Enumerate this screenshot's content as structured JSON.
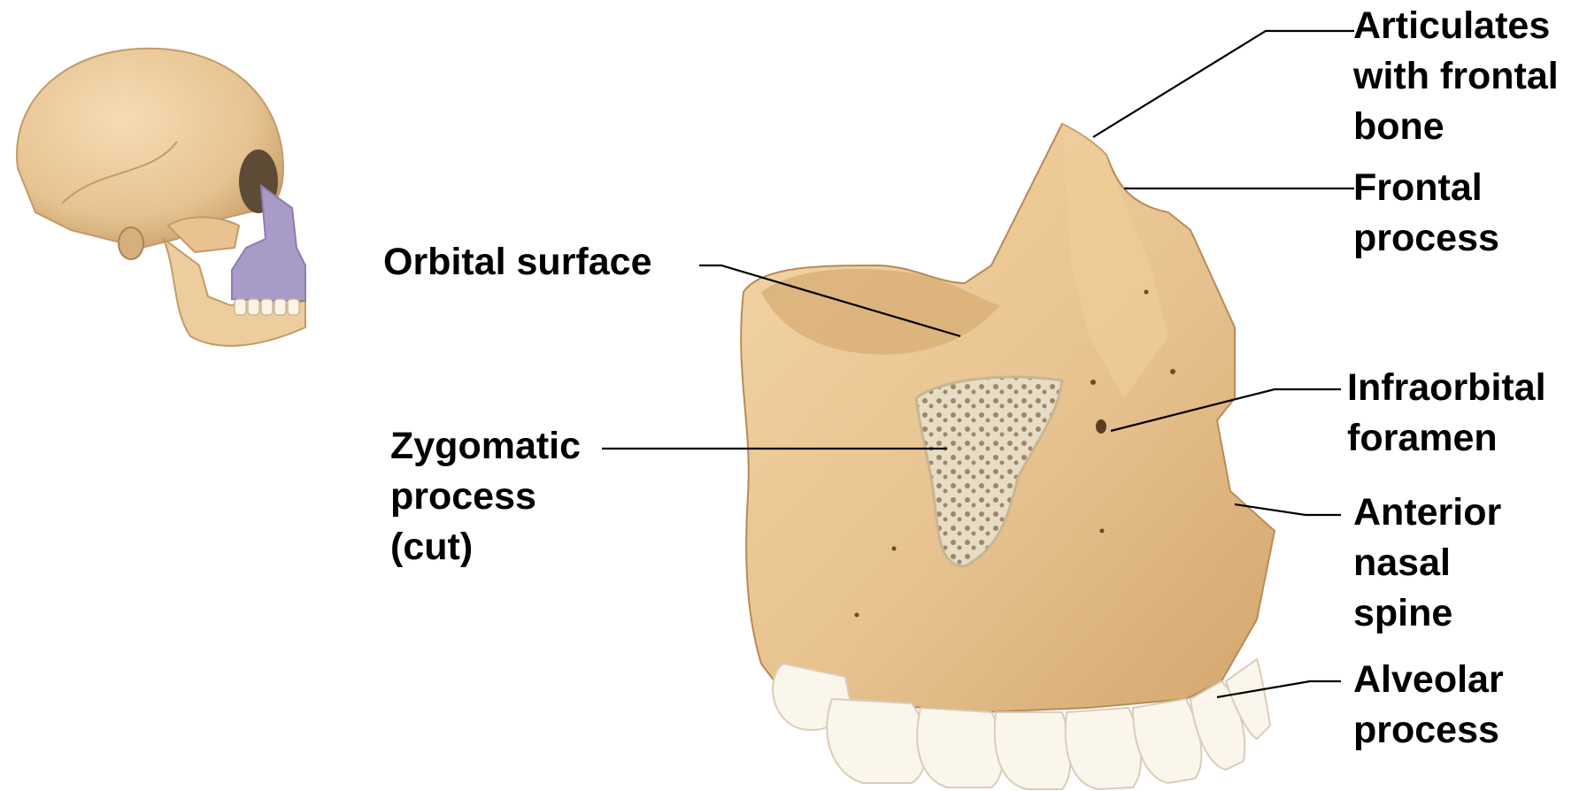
{
  "figure": {
    "subject": "Maxilla, lateral view",
    "inset": "Skull, lateral view with maxilla highlighted",
    "highlight_color": "#a99bc8",
    "bone_color": "#e9c99a",
    "labels": {
      "articulates": [
        "Articulates",
        "with frontal",
        "bone"
      ],
      "frontal_process": [
        "Frontal",
        "process"
      ],
      "orbital_surface": [
        "Orbital surface"
      ],
      "zygomatic_process": [
        "Zygomatic",
        "process",
        "(cut)"
      ],
      "infraorbital_foramen": [
        "Infraorbital",
        "foramen"
      ],
      "anterior_nasal_spine": [
        "Anterior",
        "nasal",
        "spine"
      ],
      "alveolar_process": [
        "Alveolar",
        "process"
      ]
    }
  }
}
